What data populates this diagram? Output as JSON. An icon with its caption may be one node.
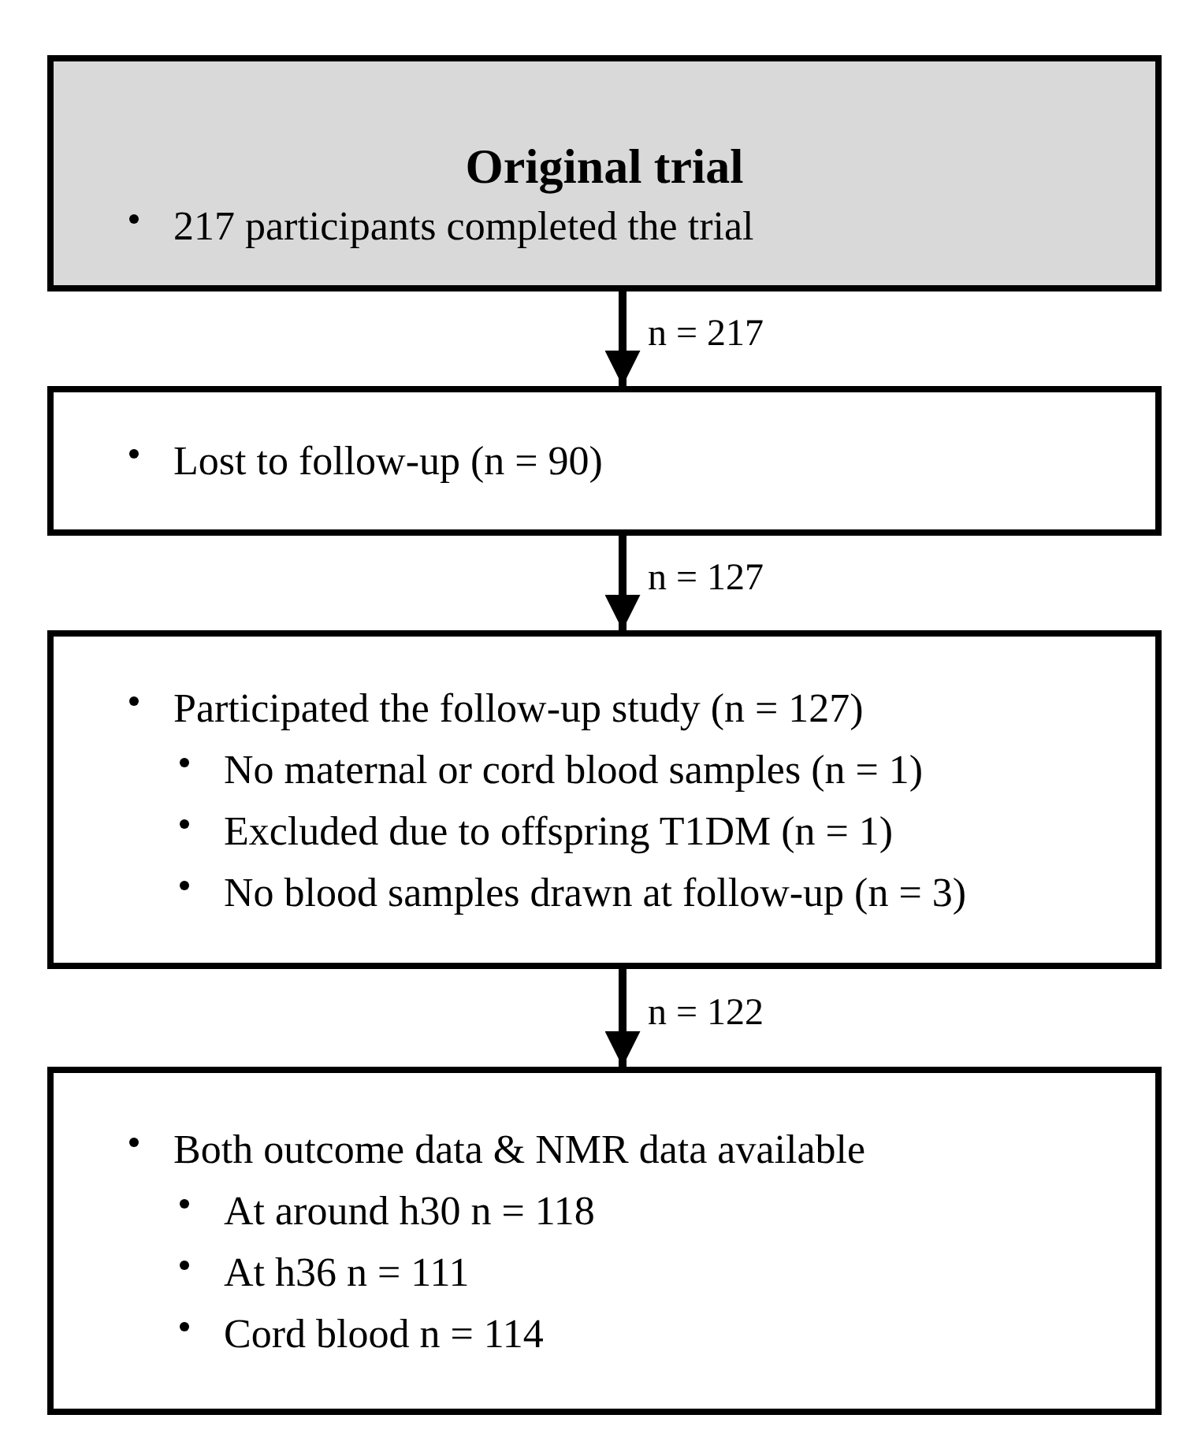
{
  "diagram": {
    "nodes": [
      {
        "text": [
          "Original trial",
          "217 participants completed the trial"
        ]
      },
      {
        "text": [
          "Lost to follow-up (n = 90)"
        ]
      },
      {
        "text": [
          "Participated the follow-up study (n = 127)",
          "No maternal or cord blood samples (n = 1)",
          "Excluded due to offspring T1DM (n = 1)",
          "No blood samples drawn at follow-up (n = 3)"
        ]
      },
      {
        "text": [
          "Both outcome data & NMR data available",
          "At around h30 n = 118",
          "At h36 n = 111",
          "Cord blood n = 114"
        ]
      }
    ],
    "edges": [
      {
        "from": 0,
        "to": 1,
        "arrow": "to",
        "label": "n = 217"
      },
      {
        "from": 1,
        "to": 2,
        "arrow": "to",
        "label": "n = 127"
      },
      {
        "from": 2,
        "to": 3,
        "arrow": "to",
        "label": "n = 122"
      }
    ]
  }
}
